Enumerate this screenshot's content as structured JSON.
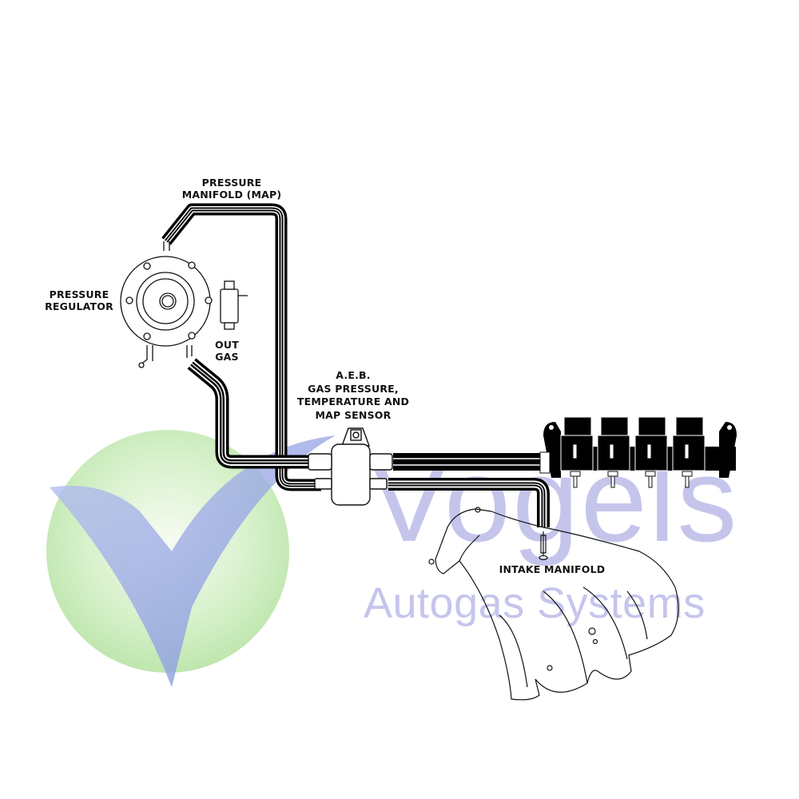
{
  "labels": {
    "map_tube": "PRESSURE\nMANIFOLD (MAP)",
    "regulator": "PRESSURE\nREGULATOR",
    "out_gas": "OUT\nGAS",
    "sensor": "A.E.B.\nGAS PRESSURE,\nTEMPERATURE AND\nMAP SENSOR",
    "intake": "INTAKE MANIFOLD"
  },
  "watermark": {
    "brand": "Vogels",
    "tagline": "Autogas Systems",
    "colors": {
      "text": "#c5c5ec",
      "circle": "#b8e6a8",
      "check": "#8f9fe0"
    }
  }
}
